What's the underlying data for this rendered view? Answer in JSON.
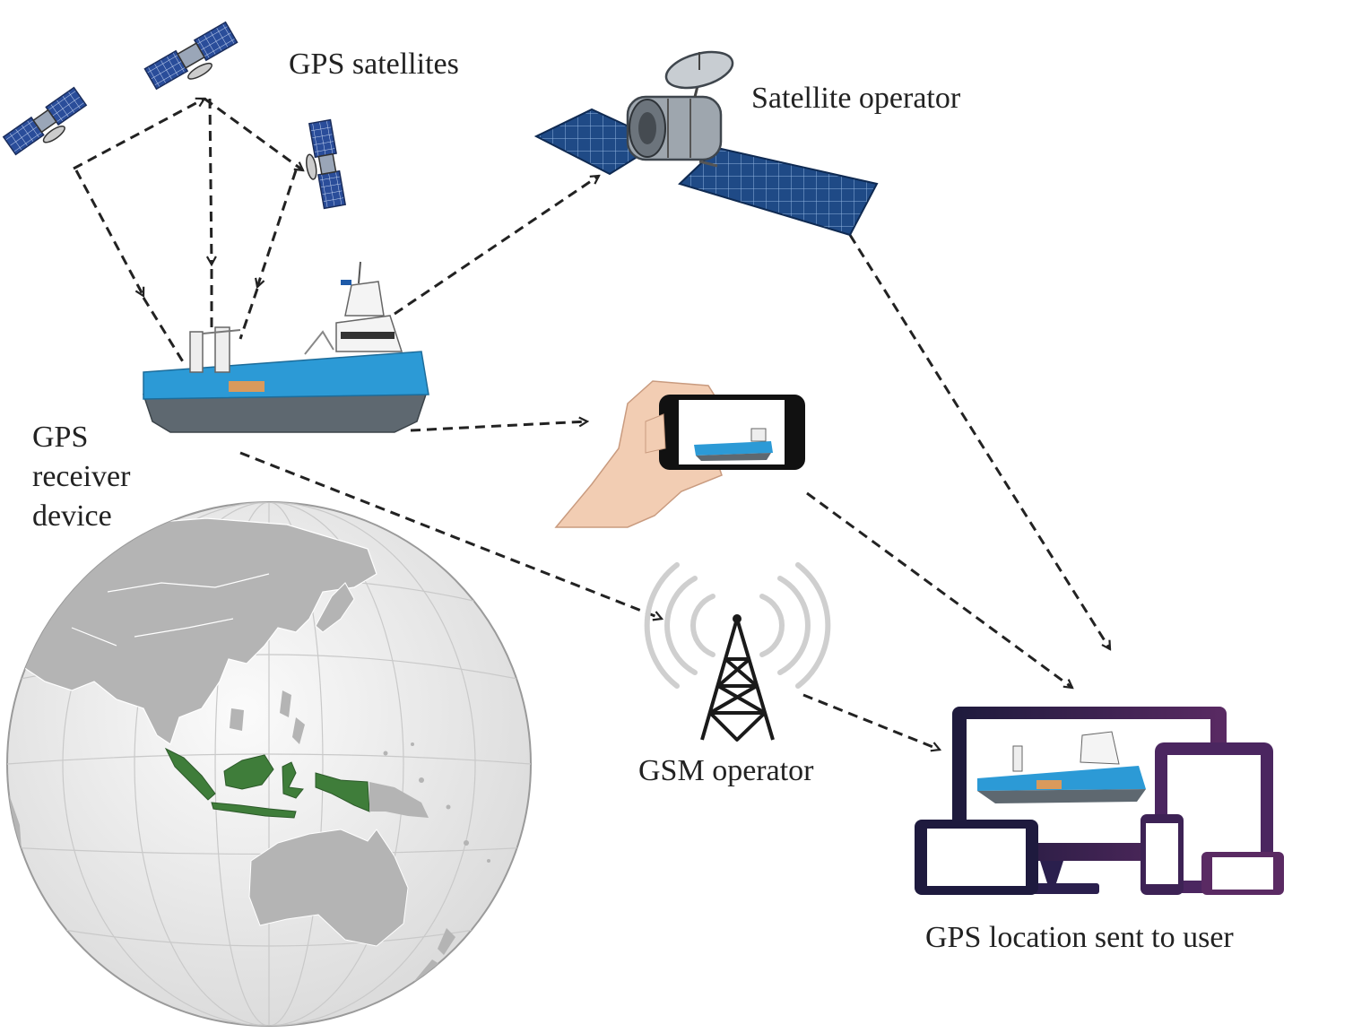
{
  "labels": {
    "gps_satellites": "GPS satellites",
    "satellite_operator": "Satellite operator",
    "gps_receiver_device": [
      "GPS",
      "receiver",
      "device"
    ],
    "gsm_operator": "GSM operator",
    "gps_location_sent": "GPS location sent to user"
  },
  "icons": {
    "gps_satellites": "satellite-icon",
    "satellite_operator": "communication-satellite-icon",
    "receiver": "ship-icon",
    "phone": "hand-smartphone-icon",
    "gsm": "cell-tower-icon",
    "devices": "multi-device-icon",
    "globe": "globe-icon"
  },
  "colors": {
    "ship_hull_blue": "#2c9ad6",
    "ship_hull_grey": "#5e6870",
    "solar_panel": "#1f4a86",
    "highlight_region": "#3f7d3a",
    "land": "#b4b4b4",
    "ocean": "#f2f2f2",
    "devices": "#2e1e4a",
    "arrows": "#222222"
  }
}
